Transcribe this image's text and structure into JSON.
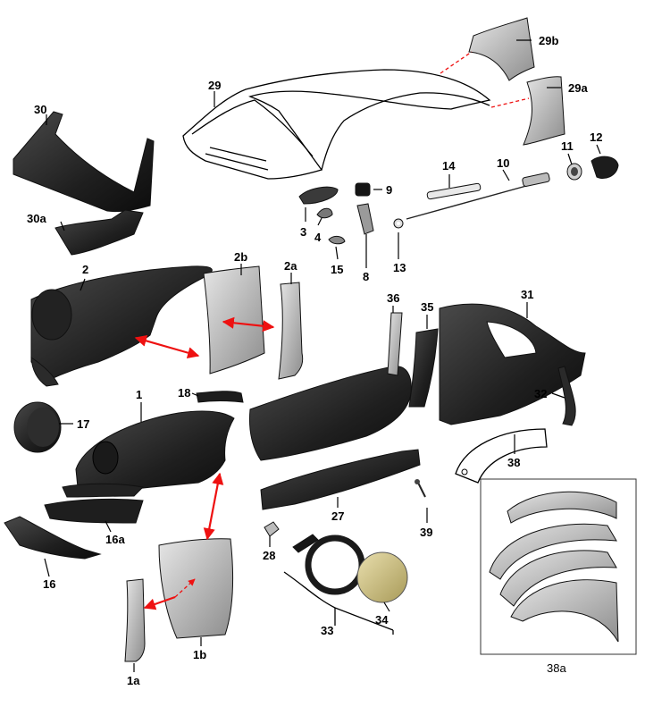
{
  "diagram": {
    "labels": {
      "p1": "1",
      "p1a": "1a",
      "p1b": "1b",
      "p2": "2",
      "p2a": "2a",
      "p2b": "2b",
      "p3": "3",
      "p4": "4",
      "p8": "8",
      "p9": "9",
      "p10": "10",
      "p11": "11",
      "p12": "12",
      "p13": "13",
      "p14": "14",
      "p15": "15",
      "p16": "16",
      "p16a": "16a",
      "p17": "17",
      "p18": "18",
      "p27": "27",
      "p28": "28",
      "p29": "29",
      "p29a": "29a",
      "p29b": "29b",
      "p30": "30",
      "p30a": "30a",
      "p31": "31",
      "p32": "32",
      "p33": "33",
      "p34": "34",
      "p35": "35",
      "p36": "36",
      "p38": "38",
      "p38a": "38a",
      "p39": "39"
    }
  }
}
